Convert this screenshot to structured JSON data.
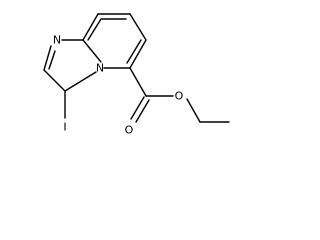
{
  "structure": {
    "atoms": {
      "ring_nitrogen": "N",
      "bridge_nitrogen": "N",
      "iodine": "I",
      "carbonyl_oxygen": "O",
      "ester_oxygen": "O"
    }
  }
}
